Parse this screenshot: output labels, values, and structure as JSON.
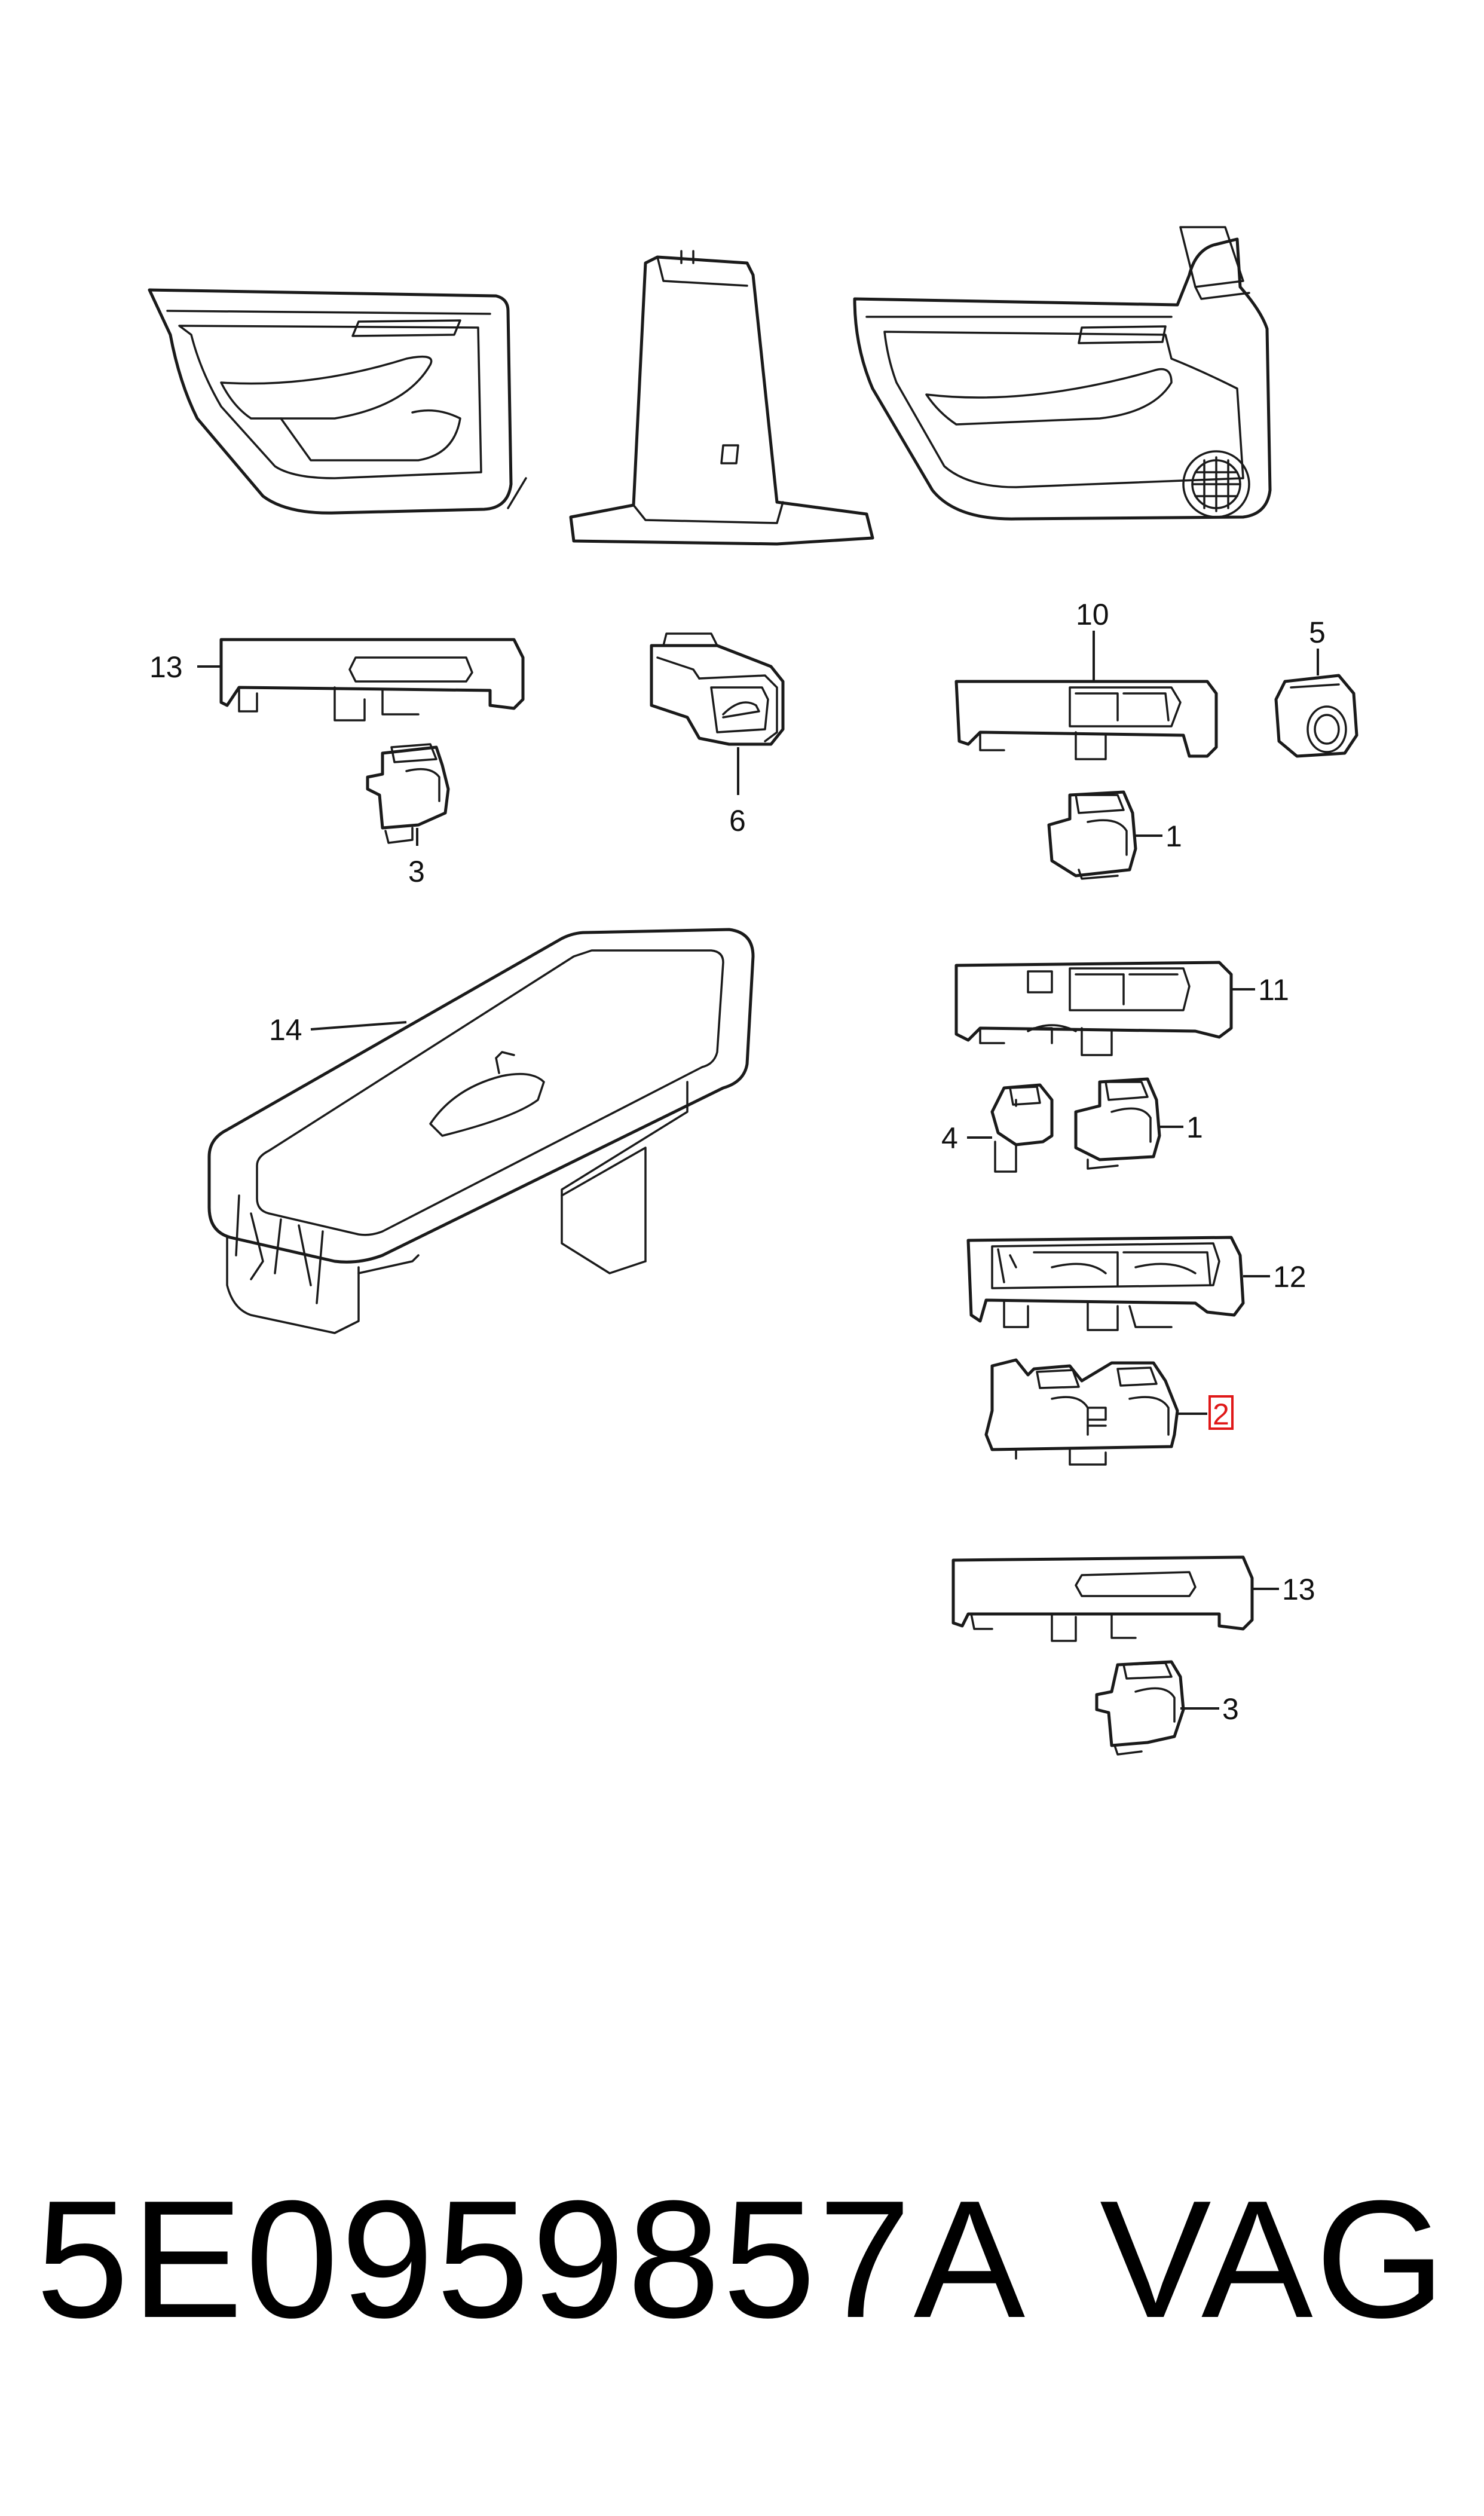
{
  "callouts": [
    {
      "label": "13"
    },
    {
      "label": "3"
    },
    {
      "label": "6"
    },
    {
      "label": "10"
    },
    {
      "label": "5"
    },
    {
      "label": "1"
    },
    {
      "label": "14"
    },
    {
      "label": "11"
    },
    {
      "label": "4"
    },
    {
      "label": "1"
    },
    {
      "label": "12"
    },
    {
      "label": "2",
      "highlighted": true
    },
    {
      "label": "13"
    },
    {
      "label": "3"
    }
  ],
  "colors": {
    "line": "#1a1a1a",
    "highlight": "#e01818",
    "background": "#ffffff"
  },
  "footer": {
    "part_number": "5E0959857A",
    "brand": "VAG"
  }
}
